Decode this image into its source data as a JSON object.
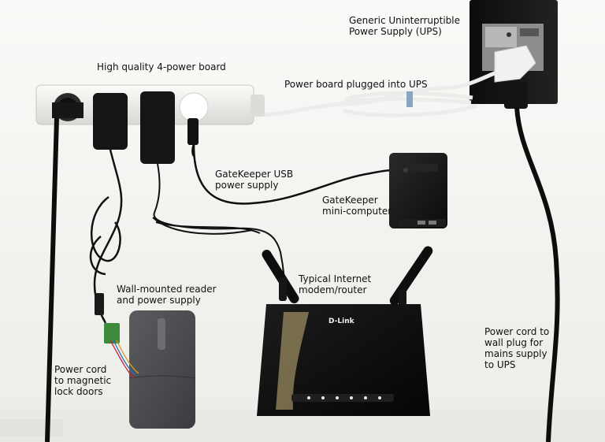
{
  "labels": {
    "ups": "Generic Uninterruptible\nPower Supply (UPS)",
    "power_board": "High quality 4-power board",
    "board_into_ups": "Power board plugged into UPS",
    "usb_supply": "GateKeeper USB\npower supply",
    "minicomputer": "GateKeeper\nmini-computer",
    "router": "Typical Internet\nmodem/router",
    "reader": "Wall-mounted reader\nand power supply",
    "magnetic_cord": "Power cord\nto magnetic\nlock doors",
    "mains_cord": "Power cord to\nwall plug for\nmains supply\nto UPS"
  },
  "device_text": {
    "router_brand": "D-Link"
  },
  "colors": {
    "background": "#f3f3f1",
    "device_black": "#111111",
    "power_board": "#e9e9e6",
    "reader_gray": "#4a4c4f"
  }
}
